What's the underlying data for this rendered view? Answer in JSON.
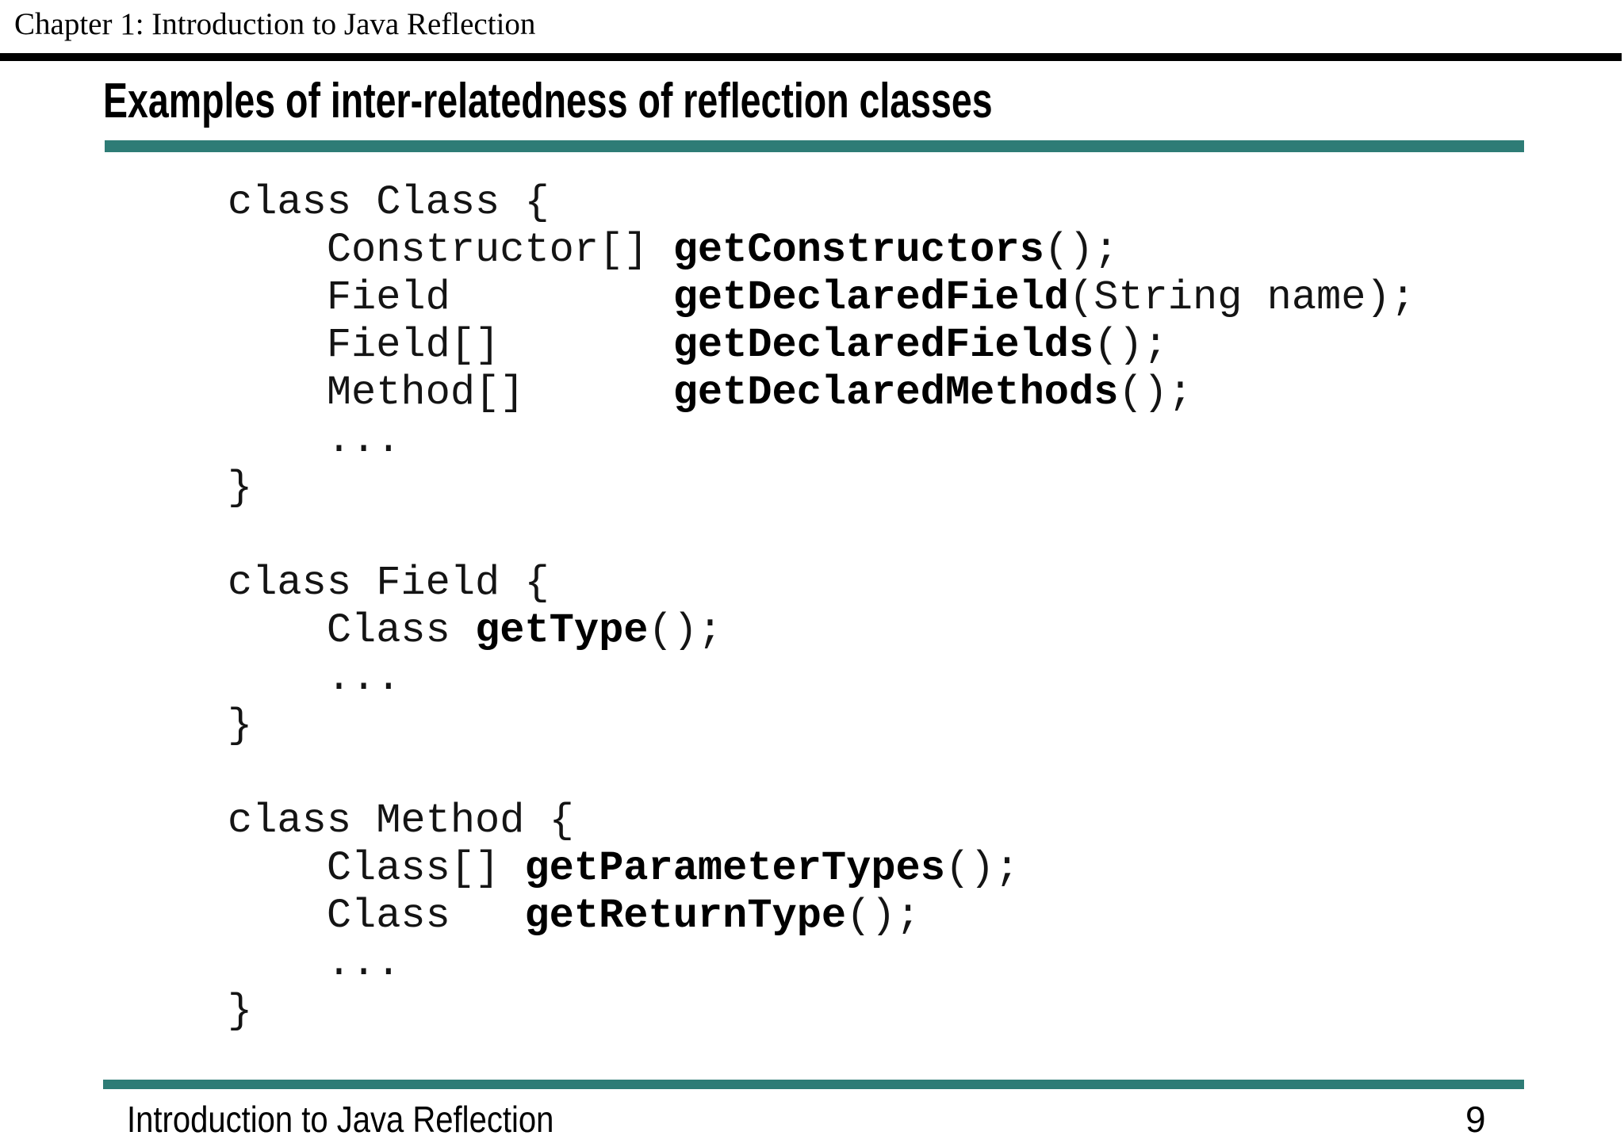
{
  "header": {
    "chapter": "Chapter 1: Introduction to Java Reflection"
  },
  "slide": {
    "title": "Examples of inter-relatedness of reflection classes",
    "accent_color": "#2e7c76"
  },
  "code": {
    "lines": [
      [
        {
          "text": "class Class {"
        }
      ],
      [
        {
          "text": "    Constructor[] "
        },
        {
          "text": "getConstructors",
          "bold": true
        },
        {
          "text": "();"
        }
      ],
      [
        {
          "text": "    Field         "
        },
        {
          "text": "getDeclaredField",
          "bold": true
        },
        {
          "text": "(String name);"
        }
      ],
      [
        {
          "text": "    Field[]       "
        },
        {
          "text": "getDeclaredFields",
          "bold": true
        },
        {
          "text": "();"
        }
      ],
      [
        {
          "text": "    Method[]      "
        },
        {
          "text": "getDeclaredMethods",
          "bold": true
        },
        {
          "text": "();"
        }
      ],
      [
        {
          "text": "    ..."
        }
      ],
      [
        {
          "text": "}"
        }
      ],
      [
        {
          "text": ""
        }
      ],
      [
        {
          "text": "class Field {"
        }
      ],
      [
        {
          "text": "    Class "
        },
        {
          "text": "getType",
          "bold": true
        },
        {
          "text": "();"
        }
      ],
      [
        {
          "text": "    ..."
        }
      ],
      [
        {
          "text": "}"
        }
      ],
      [
        {
          "text": ""
        }
      ],
      [
        {
          "text": "class Method {"
        }
      ],
      [
        {
          "text": "    Class[] "
        },
        {
          "text": "getParameterTypes",
          "bold": true
        },
        {
          "text": "();"
        }
      ],
      [
        {
          "text": "    Class   "
        },
        {
          "text": "getReturnType",
          "bold": true
        },
        {
          "text": "();"
        }
      ],
      [
        {
          "text": "    ..."
        }
      ],
      [
        {
          "text": "}"
        }
      ]
    ]
  },
  "footer": {
    "title": "Introduction to Java Reflection",
    "page_number": "9"
  }
}
